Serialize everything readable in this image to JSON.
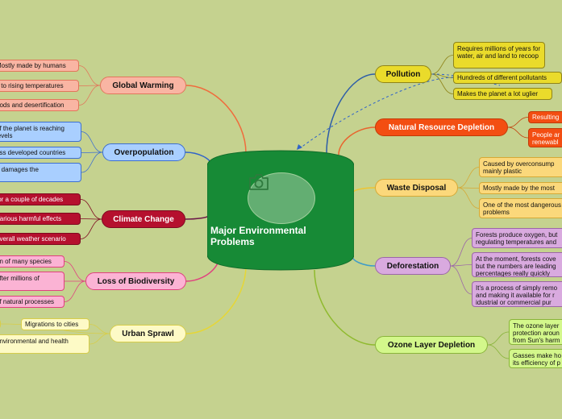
{
  "central": {
    "title": "Major Environmental Problems",
    "icon": "camera-icon"
  },
  "topics": [
    {
      "id": "pollution",
      "label": "Pollution",
      "bg": "#eadb2b",
      "border": "#8f8419",
      "color": "#111",
      "line": "#2e5ea8",
      "items": [
        "Requires millions of years for water, air and land to recoop",
        "Hundreds of different pollutants",
        "Makes the planet a lot uglier"
      ]
    },
    {
      "id": "natural-resource-depletion",
      "label": "Natural Resource Depletion",
      "bg": "#f34e12",
      "border": "#c23b08",
      "color": "#fff",
      "line": "#e8642e",
      "items": [
        "Resulting",
        "People ar renewabl"
      ]
    },
    {
      "id": "waste-disposal",
      "label": "Waste Disposal",
      "bg": "#fbd87b",
      "border": "#d5a936",
      "color": "#111",
      "line": "#efc430",
      "items": [
        "Caused by overconsump mainly plastic",
        "Mostly made by the most",
        "One of the most dangerous problems"
      ]
    },
    {
      "id": "deforestation",
      "label": "Deforestation",
      "bg": "#d9aadf",
      "border": "#9c66a8",
      "color": "#111",
      "line": "#3f9cc8",
      "items": [
        "Forests produce oxygen, but regulating temperatures and",
        "At the moment, forests cove but the numbers are leading percentages really quickly",
        "It's a process of simply remo and making it available for r idustrial or commercial pur"
      ]
    },
    {
      "id": "ozone-layer-depletion",
      "label": "Ozone Layer Depletion",
      "bg": "#d3f78b",
      "border": "#89b43a",
      "color": "#111",
      "line": "#8fba2e",
      "items": [
        "The ozone layer protection aroun from Sun's harm",
        "Gasses make ho its efficiency of p"
      ]
    },
    {
      "id": "global-warming",
      "label": "Global Warming",
      "bg": "#f9b5a3",
      "border": "#e2765b",
      "color": "#111",
      "line": "#f06b3c",
      "items": [
        "Mostly made by humans",
        "s to rising temperatures",
        "oods and desertification"
      ]
    },
    {
      "id": "overpopulation",
      "label": "Overpopulation",
      "bg": "#a9cfff",
      "border": "#3d6fd0",
      "color": "#111",
      "line": "#2f63c9",
      "items": [
        "of the planet is reaching levels",
        "ess developed countries",
        "e damages the"
      ]
    },
    {
      "id": "climate-change",
      "label": "Climate Change",
      "bg": "#b5102e",
      "border": "#7e0a20",
      "color": "#fff",
      "line": "#6b1747",
      "items": [
        "for a couple of decades",
        "Various harmful effects",
        "overall weather scenario"
      ]
    },
    {
      "id": "loss-of-biodiversity",
      "label": "Loss of Biodiversity",
      "bg": "#fbb3d4",
      "border": "#e0407f",
      "color": "#111",
      "line": "#e0407f",
      "items": [
        "on of many species",
        "after millions of",
        "of natural processes"
      ]
    },
    {
      "id": "urban-sprawl",
      "label": "Urban Sprawl",
      "bg": "#fdfac6",
      "border": "#d7cd4a",
      "color": "#111",
      "line": "#e6d636",
      "items": [
        "",
        "Migrations to cities",
        "environmental and health"
      ]
    }
  ]
}
